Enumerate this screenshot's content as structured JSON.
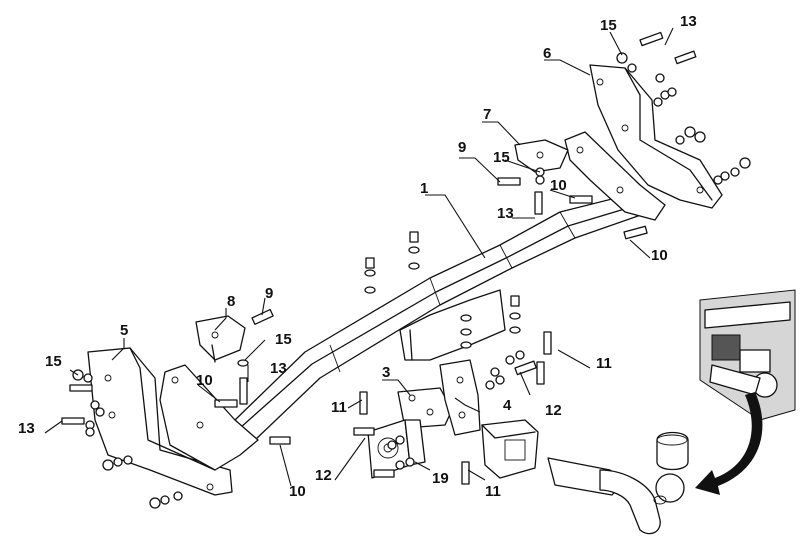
{
  "callouts": {
    "c1": "1",
    "c3": "3",
    "c4": "4",
    "c5": "5",
    "c6": "6",
    "c7": "7",
    "c8": "8",
    "c9a": "9",
    "c9b": "9",
    "c10a": "10",
    "c10b": "10",
    "c10c": "10",
    "c10d": "10",
    "c11a": "11",
    "c11b": "11",
    "c11c": "11",
    "c12a": "12",
    "c12b": "12",
    "c13a": "13",
    "c13b": "13",
    "c13c": "13",
    "c13d": "13",
    "c15a": "15",
    "c15b": "15",
    "c15c": "15",
    "c15d": "15",
    "c19": "19"
  },
  "icons": [
    "crossbar",
    "side-bracket-left",
    "side-bracket-right",
    "bolt",
    "nut",
    "washer",
    "tow-ball",
    "ball-cover",
    "socket-plate",
    "installation-inset",
    "curved-arrow"
  ]
}
